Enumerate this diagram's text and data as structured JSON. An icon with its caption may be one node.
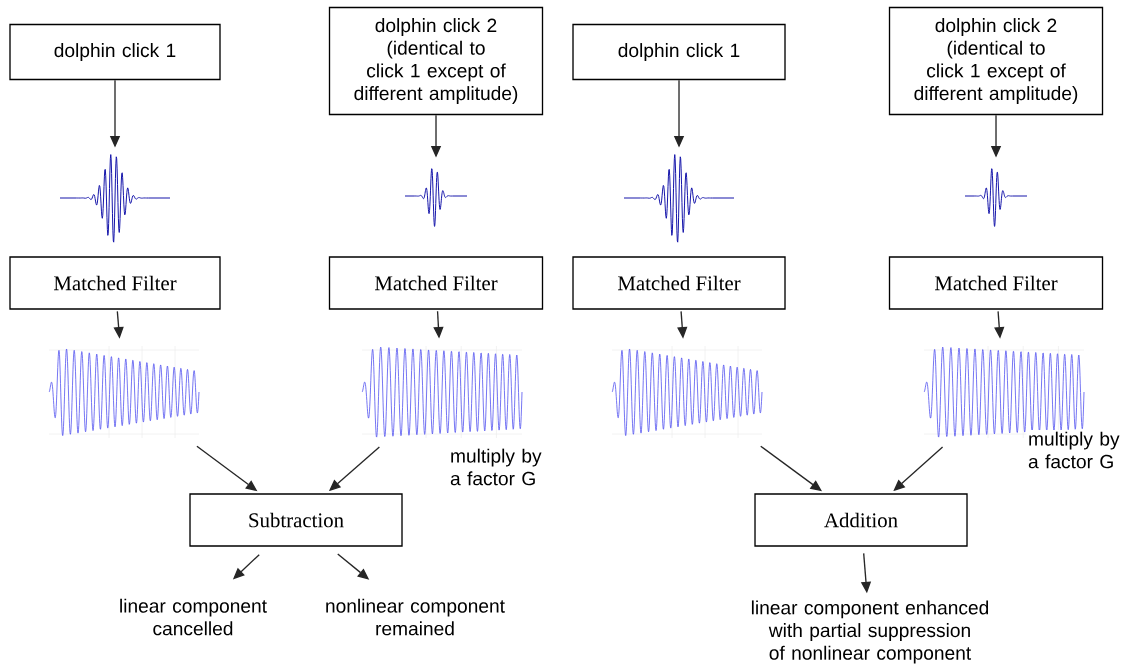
{
  "diagram": {
    "nodes": [
      {
        "text": [
          "dolphin click 1"
        ]
      },
      {
        "text": [
          "dolphin click 2 (identical to click 1 except of different amplitude)"
        ]
      },
      {
        "text": [
          "dolphin click 1"
        ]
      },
      {
        "text": [
          "dolphin click 2 (identical to click 1 except of different amplitude)"
        ]
      },
      {
        "text": [],
        "shape": "picture"
      },
      {
        "text": [],
        "shape": "picture"
      },
      {
        "text": [],
        "shape": "picture"
      },
      {
        "text": [],
        "shape": "picture"
      },
      {
        "text": [
          "Matched Filter"
        ]
      },
      {
        "text": [
          "Matched Filter"
        ]
      },
      {
        "text": [
          "Matched Filter"
        ]
      },
      {
        "text": [
          "Matched Filter"
        ]
      },
      {
        "text": [],
        "shape": "picture"
      },
      {
        "text": [],
        "shape": "picture"
      },
      {
        "text": [],
        "shape": "picture"
      },
      {
        "text": [],
        "shape": "picture"
      },
      {
        "text": [
          "Subtraction"
        ]
      },
      {
        "text": [
          "Addition"
        ]
      },
      {
        "text": [
          "linear component cancelled"
        ]
      },
      {
        "text": [
          "nonlinear component remained"
        ]
      },
      {
        "text": [
          "linear component enhanced with partial suppression of nonlinear component"
        ]
      }
    ],
    "edges": [
      {
        "from": 0,
        "to": 4,
        "arrow": "to"
      },
      {
        "from": 1,
        "to": 5,
        "arrow": "to"
      },
      {
        "from": 2,
        "to": 6,
        "arrow": "to"
      },
      {
        "from": 3,
        "to": 7,
        "arrow": "to"
      },
      {
        "from": 8,
        "to": 12,
        "arrow": "to"
      },
      {
        "from": 9,
        "to": 13,
        "arrow": "to"
      },
      {
        "from": 10,
        "to": 14,
        "arrow": "to"
      },
      {
        "from": 11,
        "to": 15,
        "arrow": "to"
      },
      {
        "from": 12,
        "to": 16,
        "arrow": "to"
      },
      {
        "from": 13,
        "to": 16,
        "arrow": "to",
        "label": "multiply by a factor G"
      },
      {
        "from": 14,
        "to": 17,
        "arrow": "to"
      },
      {
        "from": 15,
        "to": 17,
        "arrow": "to",
        "label": "multiply by a factor G"
      },
      {
        "from": 16,
        "to": 18,
        "arrow": "to"
      },
      {
        "from": 16,
        "to": 19,
        "arrow": "to"
      },
      {
        "from": 17,
        "to": 20,
        "arrow": "to"
      }
    ]
  }
}
